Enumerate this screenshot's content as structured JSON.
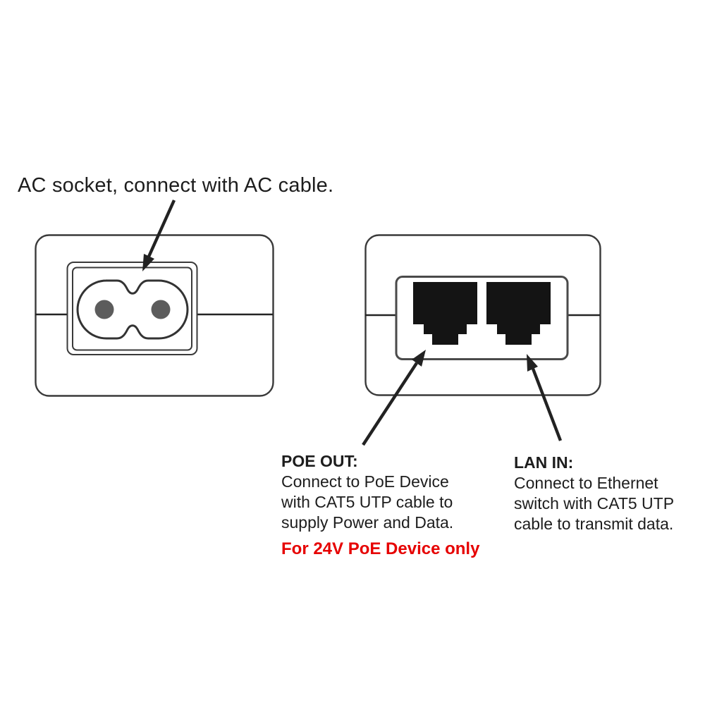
{
  "diagram": {
    "type": "product-annotation-diagram",
    "subject": "PoE injector adapter, front and back panel views"
  },
  "annotations": {
    "ac_label": "AC socket, connect with AC cable.",
    "poe": {
      "title": "POE OUT:",
      "lines": [
        "Connect to PoE Device",
        "with CAT5 UTP cable to",
        "supply Power and Data."
      ],
      "warning": "For 24V PoE Device only"
    },
    "lan": {
      "title": "LAN IN:",
      "lines": [
        "Connect to Ethernet",
        "switch with CAT5 UTP",
        "cable to transmit data."
      ]
    }
  },
  "icons": {
    "ac_socket": "c7-figure8-ac-socket-icon",
    "ports": [
      "rj45-port-poe-out",
      "rj45-port-lan-in"
    ],
    "arrows": [
      "arrow-to-ac-socket",
      "arrow-to-poe-port",
      "arrow-to-lan-port"
    ]
  },
  "colors": {
    "background": "#ffffff",
    "outline": "#3a3a3a",
    "arrow": "#222222",
    "text": "#1d1d1d",
    "warning_red": "#e60000",
    "port_fill": "#141414",
    "pin_dot_fill": "#5c5c5c"
  }
}
